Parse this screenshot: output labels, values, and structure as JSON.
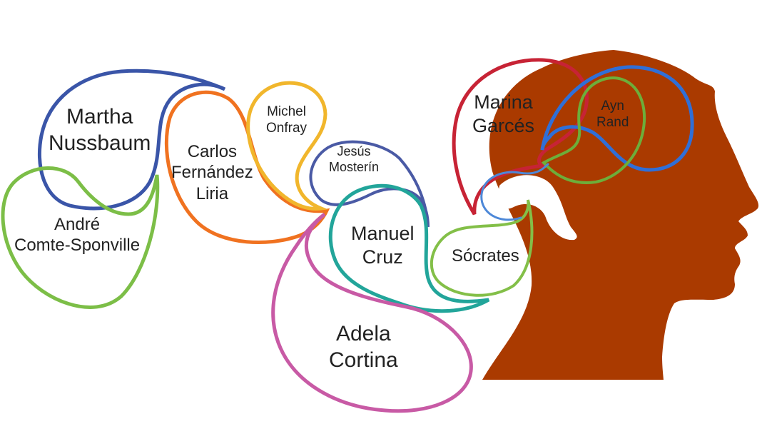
{
  "colors": {
    "head": "#aa3a00",
    "martha": "#3a55a8",
    "andre": "#7cbe47",
    "carlos": "#f07220",
    "michel": "#f1b62c",
    "jesus": "#4a5aa5",
    "manuel": "#22a59a",
    "adela": "#c85aa5",
    "socrates": "#83bf48",
    "marina": "#c72335",
    "ayn": "#6dae3a",
    "blue_swirl": "#2f6fd8",
    "inner_swirl": "#4d88d8"
  },
  "labels": {
    "martha": [
      "Martha",
      "Nussbaum"
    ],
    "andre": [
      "André",
      "Comte-Sponville"
    ],
    "carlos": [
      "Carlos",
      "Fernández",
      "Liria"
    ],
    "michel": [
      "Michel",
      "Onfray"
    ],
    "jesus": [
      "Jesús",
      "Mosterín"
    ],
    "manuel": [
      "Manuel",
      "Cruz"
    ],
    "adela": [
      "Adela",
      "Cortina"
    ],
    "socrates": [
      "Sócrates"
    ],
    "marina": [
      "Marina",
      "Garcés"
    ],
    "ayn": [
      "Ayn",
      "Rand"
    ]
  }
}
